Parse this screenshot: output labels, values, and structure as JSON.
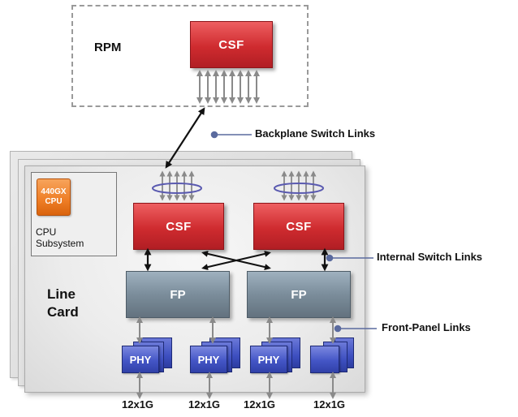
{
  "rpm": {
    "label": "RPM",
    "csf_label": "CSF"
  },
  "line_card": {
    "label_line1": "Line",
    "label_line2": "Card",
    "cpu": {
      "chip_line1": "440GX",
      "chip_line2": "CPU",
      "subsystem_line1": "CPU",
      "subsystem_line2": "Subsystem"
    },
    "csf_labels": [
      "CSF",
      "CSF"
    ],
    "fp_labels": [
      "FP",
      "FP"
    ],
    "phy_labels": [
      "PHY",
      "PHY",
      "PHY",
      ""
    ]
  },
  "links": {
    "backplane": "Backplane Switch Links",
    "internal": "Internal Switch Links",
    "front_panel": "Front-Panel Links"
  },
  "ports": [
    "12x1G",
    "12x1G",
    "12x1G",
    "12x1G"
  ],
  "colors": {
    "csf": "#cf2b2f",
    "fp": "#7b8d9b",
    "phy": "#3d4fc0",
    "cpu": "#ee7d25",
    "callout_dot": "#5a6a9e"
  }
}
